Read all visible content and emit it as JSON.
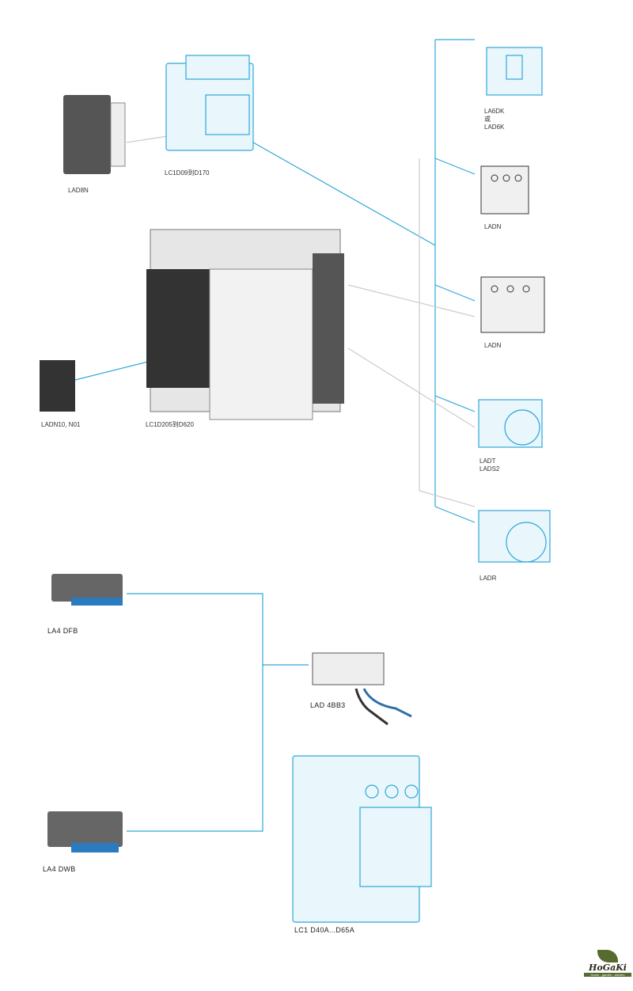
{
  "components": {
    "lad8n": "LAD8N",
    "lc1d09": "LC1D09到D170",
    "la6dk": "LA6DK\n或\nLAD6K",
    "ladn_1": "LADN",
    "ladn_2": "LADN",
    "ladn10": "LADN10, N01",
    "lc1d205": "LC1D205到D620",
    "ladt": "LADT\nLADS2",
    "ladr": "LADR",
    "la4dfb": "LA4 DFB",
    "lad4bb3": "LAD 4BB3",
    "la4dwb": "LA4 DWB",
    "lc1d40a": "LC1 D40A...D65A"
  },
  "logo": {
    "name": "HoGaKi",
    "tagline": "Home - garden - kitchen"
  },
  "colors": {
    "accent": "#2fa8d8",
    "connector": "#cccccc",
    "device_dark": "#3a3a3a",
    "device_light": "#e6e6e6"
  }
}
